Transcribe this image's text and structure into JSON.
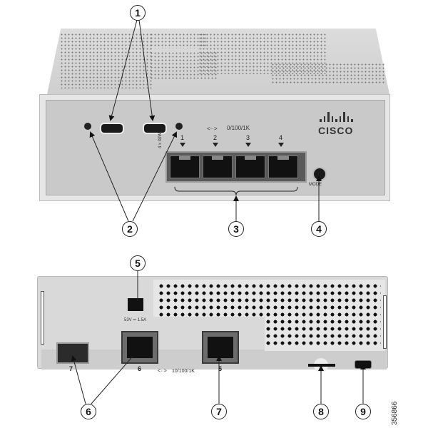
{
  "diagram": {
    "figure_id": "356866",
    "views": {
      "front": {
        "brand_logo_text": "CISCO",
        "port_speed_label": "0/100/1K",
        "speed_icon_glyph": "<··>",
        "poe_label": "4 x 30W",
        "mode_button_label": "MODE",
        "ports": [
          {
            "number": "1"
          },
          {
            "number": "2"
          },
          {
            "number": "3"
          },
          {
            "number": "4"
          }
        ]
      },
      "rear": {
        "power_rating_label": "53V ⎓ 1.5A",
        "port_speed_label": "10/100/1K",
        "speed_icon_glyph": "<··>",
        "ports": [
          {
            "number": "7",
            "type": "SFP"
          },
          {
            "number": "6",
            "type": "RJ-45"
          },
          {
            "number": "5",
            "type": "RJ-45"
          }
        ]
      }
    },
    "callouts": [
      {
        "id": "1",
        "label": "1"
      },
      {
        "id": "2",
        "label": "2"
      },
      {
        "id": "3",
        "label": "3"
      },
      {
        "id": "4",
        "label": "4"
      },
      {
        "id": "5",
        "label": "5"
      },
      {
        "id": "6",
        "label": "6"
      },
      {
        "id": "7",
        "label": "7"
      },
      {
        "id": "8",
        "label": "8"
      },
      {
        "id": "9",
        "label": "9"
      }
    ]
  }
}
